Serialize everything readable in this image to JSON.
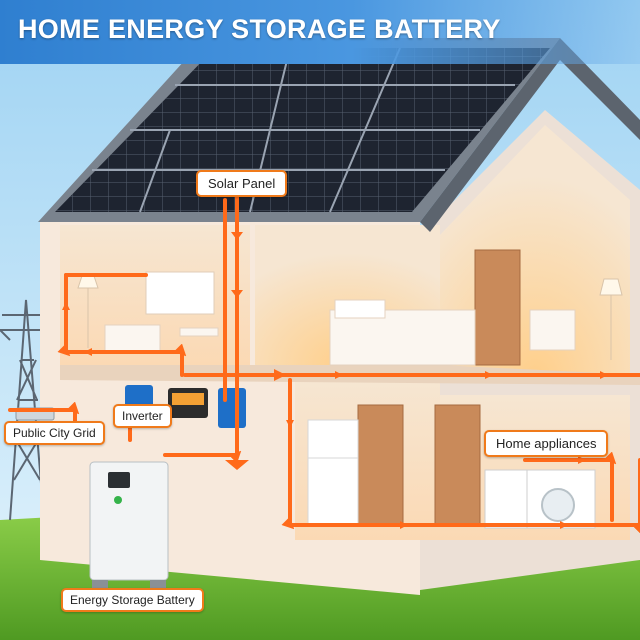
{
  "title": "HOME ENERGY STORAGE BATTERY",
  "labels": {
    "solar_panel": "Solar Panel",
    "inverter": "Inverter",
    "public_city_grid": "Public City Grid",
    "home_appliances": "Home appliances",
    "energy_storage_battery": "Energy Storage Battery"
  },
  "colors": {
    "flow": "#ff6a1a",
    "label_border": "#f07a1a",
    "banner": "#2f7fd0",
    "wall": "#f7e9dc",
    "roof": "#6f7782"
  }
}
